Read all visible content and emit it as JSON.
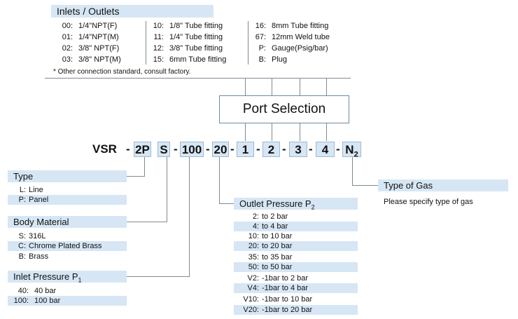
{
  "inlets": {
    "title": "Inlets / Outlets",
    "columns": [
      [
        {
          "code": "00:",
          "label": "1/4\"NPT(F)"
        },
        {
          "code": "01:",
          "label": "1/4\"NPT(M)"
        },
        {
          "code": "02:",
          "label": "3/8\" NPT(F)"
        },
        {
          "code": "03:",
          "label": "3/8\" NPT(M)"
        }
      ],
      [
        {
          "code": "10:",
          "label": "1/8\" Tube fitting"
        },
        {
          "code": "11:",
          "label": "1/4\" Tube fitting"
        },
        {
          "code": "12:",
          "label": "3/8\" Tube fitting"
        },
        {
          "code": "15:",
          "label": "6mm Tube fitting"
        }
      ],
      [
        {
          "code": "16:",
          "label": "8mm Tube fitting"
        },
        {
          "code": "67:",
          "label": "12mm Weld tube"
        },
        {
          "code": "P:",
          "label": "Gauge(Psig/bar)"
        },
        {
          "code": "B:",
          "label": "Plug"
        }
      ]
    ],
    "note": "* Other connection standard, consult factory."
  },
  "port_selection": "Port Selection",
  "model_code": {
    "prefix": "VSR",
    "dash": "-",
    "type": "2P",
    "material": "S",
    "inlet_pressure": "100",
    "outlet_pressure": "20",
    "ports": [
      "1",
      "2",
      "3",
      "4"
    ],
    "gas": "N",
    "gas_sub": "2"
  },
  "type_section": {
    "title": "Type",
    "rows": [
      {
        "code": "L:",
        "label": "Line"
      },
      {
        "code": "P:",
        "label": "Panel"
      }
    ]
  },
  "body_material": {
    "title": "Body Material",
    "rows": [
      {
        "code": "S:",
        "label": "316L"
      },
      {
        "code": "C:",
        "label": "Chrome Plated Brass"
      },
      {
        "code": "B:",
        "label": "Brass"
      }
    ]
  },
  "inlet_pressure": {
    "title": "Inlet Pressure P",
    "title_sub": "1",
    "rows": [
      {
        "code": "40:",
        "label": "40 bar"
      },
      {
        "code": "100:",
        "label": "100 bar"
      }
    ]
  },
  "outlet_pressure": {
    "title": "Outlet Pressure P",
    "title_sub": "2",
    "rows": [
      {
        "code": "2:",
        "label": "to 2 bar"
      },
      {
        "code": "4:",
        "label": "to 4 bar"
      },
      {
        "code": "10:",
        "label": "to 10 bar"
      },
      {
        "code": "20:",
        "label": "to 20 bar"
      },
      {
        "code": "35:",
        "label": "to 35 bar"
      },
      {
        "code": "50:",
        "label": "to 50 bar"
      },
      {
        "code": "V2:",
        "label": "-1bar to 2 bar"
      },
      {
        "code": "V4:",
        "label": "-1bar to 4 bar"
      },
      {
        "code": "V10:",
        "label": "-1bar to 10 bar"
      },
      {
        "code": "V20:",
        "label": "-1bar to 20 bar"
      }
    ]
  },
  "type_of_gas": {
    "title": "Type of Gas",
    "note": "Please specify type of gas"
  }
}
